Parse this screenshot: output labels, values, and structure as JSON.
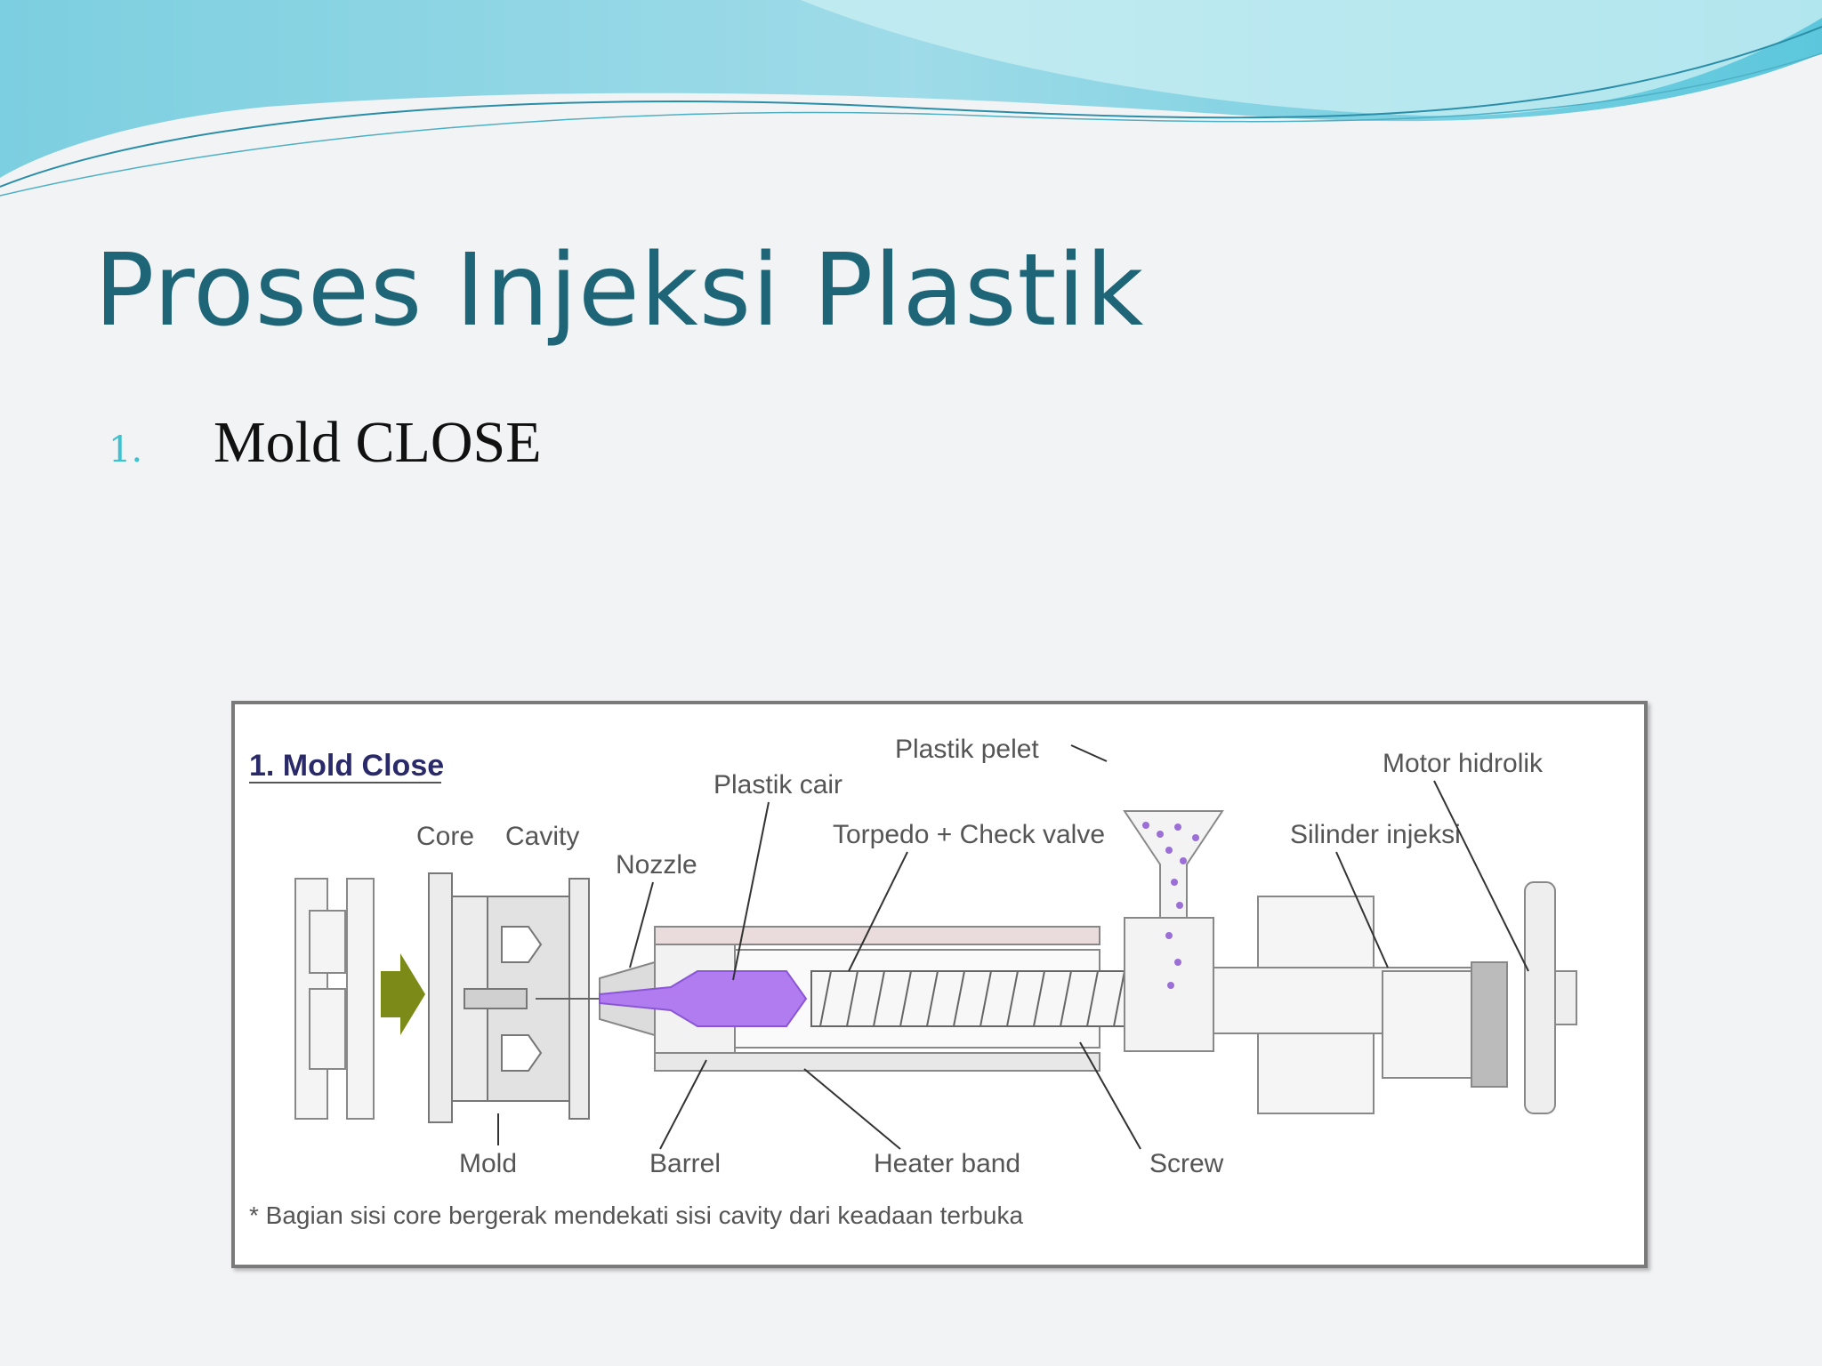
{
  "slide": {
    "title": "Proses Injeksi Plastik",
    "bullets": [
      {
        "number": "1.",
        "text": "Mold CLOSE"
      }
    ]
  },
  "figure": {
    "heading": "1. Mold Close",
    "labels": {
      "plastik_pellet": "Plastik pelet",
      "motor_hidrolik": "Motor hidrolik",
      "plastik_cair": "Plastik cair",
      "core": "Core",
      "cavity": "Cavity",
      "nozzle": "Nozzle",
      "torpedo": "Torpedo + Check valve",
      "silinder": "Silinder injeksi",
      "mold": "Mold",
      "barrel": "Barrel",
      "heater": "Heater band",
      "screw": "Screw"
    },
    "note": "* Bagian sisi core bergerak mendekati sisi cavity dari keadaan terbuka"
  },
  "colors": {
    "title": "#1d6577",
    "bullet_number": "#3cc2d0",
    "melt": "#b07cf0",
    "arrow": "#7c8a18",
    "wave_dark": "#7cc4d8",
    "wave_light": "#a8e4ee"
  }
}
